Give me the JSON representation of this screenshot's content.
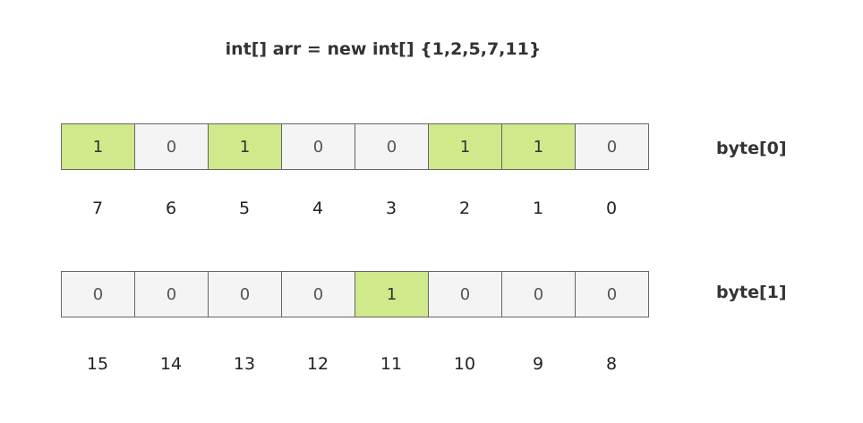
{
  "title": "int[] arr = new int[] {1,2,5,7,11}",
  "bytes": [
    {
      "label": "byte[0]",
      "bits": [
        "1",
        "0",
        "1",
        "0",
        "0",
        "1",
        "1",
        "0"
      ],
      "indices": [
        "7",
        "6",
        "5",
        "4",
        "3",
        "2",
        "1",
        "0"
      ]
    },
    {
      "label": "byte[1]",
      "bits": [
        "0",
        "0",
        "0",
        "0",
        "1",
        "0",
        "0",
        "0"
      ],
      "indices": [
        "15",
        "14",
        "13",
        "12",
        "11",
        "10",
        "9",
        "8"
      ]
    }
  ],
  "colors": {
    "set_bit": "#cfe98b",
    "unset_bit": "#f4f4f4",
    "border": "#666666"
  }
}
